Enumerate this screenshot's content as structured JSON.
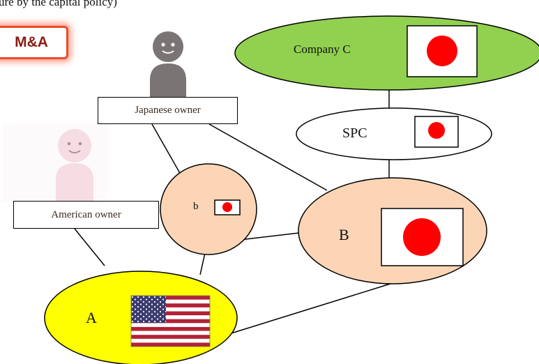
{
  "caption": "ure by the capital policy)",
  "badge": {
    "label": "M&A"
  },
  "owners": {
    "japanese": "Japanese owner",
    "american": "American owner"
  },
  "nodes": {
    "company_c": "Company C",
    "spc": "SPC",
    "b": "B",
    "small_b": "b",
    "a": "A"
  },
  "colors": {
    "company_c_fill": "#92d050",
    "node_orange_fill": "#fbd5b5",
    "node_a_fill": "#ffff00",
    "japan_red": "#ff0000",
    "us_red": "#b22234",
    "us_blue": "#3c3b6e",
    "jp_person": "#7a7574",
    "us_person": "#f6dde3"
  },
  "flags": {
    "company_c": "japan-flag",
    "spc": "japan-flag",
    "b": "japan-flag",
    "small_b": "japan-flag",
    "a": "us-flag"
  }
}
